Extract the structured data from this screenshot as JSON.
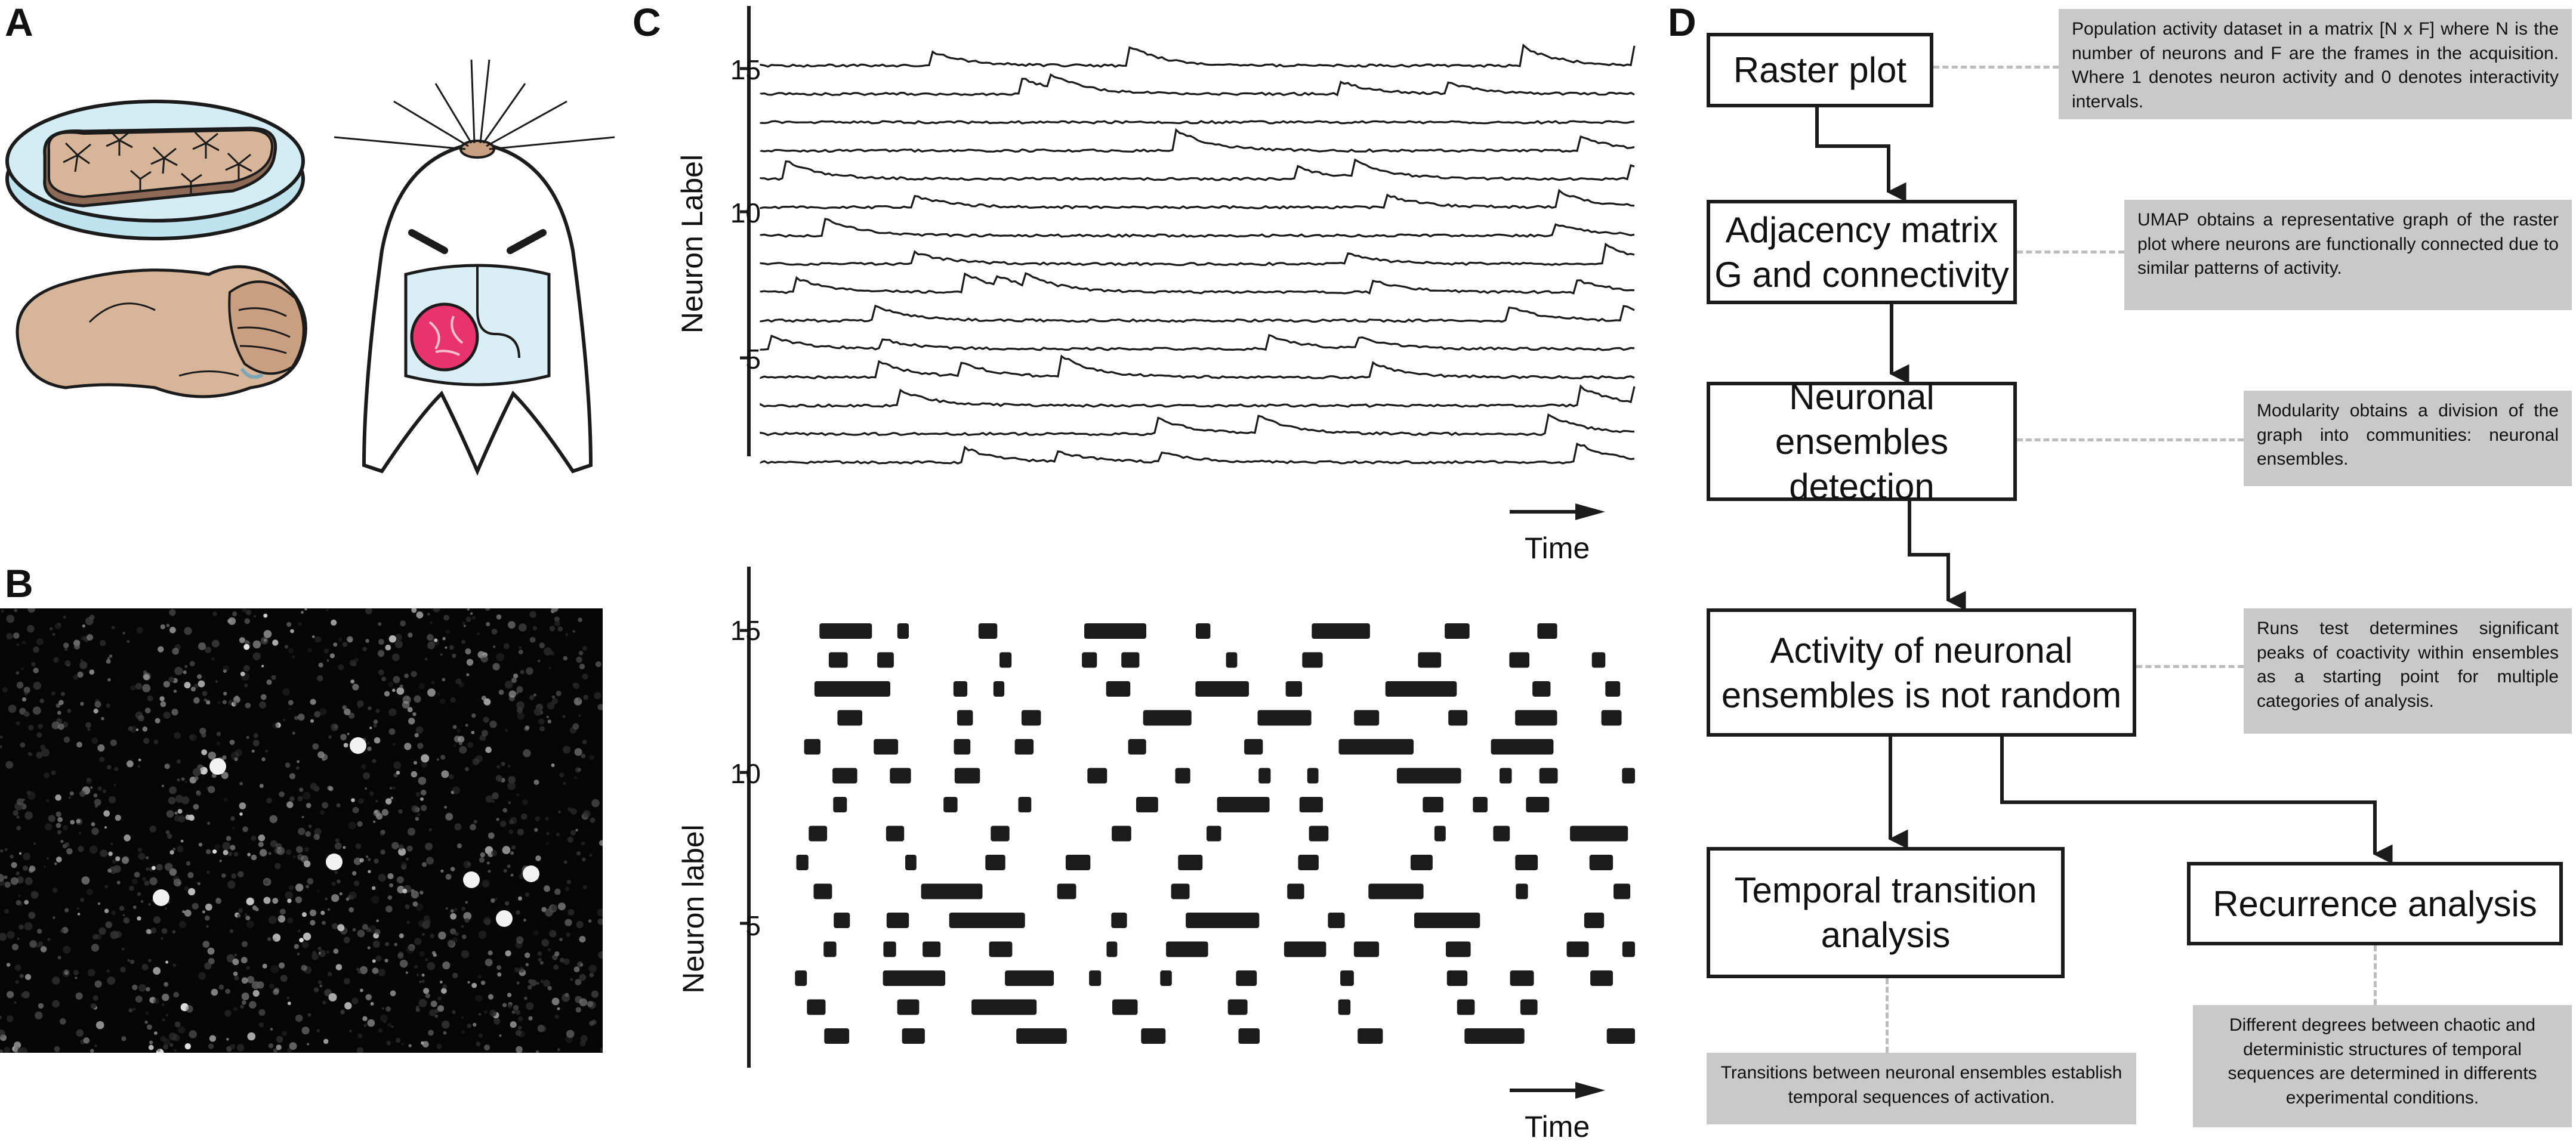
{
  "panels": {
    "a": "A",
    "b": "B",
    "c": "C",
    "d": "D"
  },
  "traces": {
    "ylabel": "Neuron Label",
    "ticks": [
      "15",
      "10",
      "5"
    ],
    "time_label": "Time"
  },
  "raster": {
    "ylabel": "Neuron label",
    "ticks": [
      "15",
      "10",
      "5"
    ],
    "time_label": "Time"
  },
  "flow": {
    "boxes": [
      "Raster plot",
      "Adjacency matrix G and connectivity",
      "Neuronal ensembles detection",
      "Activity of neuronal ensembles is not random",
      "Temporal transition analysis",
      "Recurrence analysis"
    ],
    "notes": [
      "Population activity dataset in a matrix [N x F] where N is the number of neurons and F are the frames in the acquisition. Where 1 denotes neuron activity and 0 denotes interactivity intervals.",
      "UMAP obtains a representative graph of the raster plot where neurons are functionally connected due to similar patterns of activity.",
      "Modularity obtains a division of the graph into communities: neuronal ensembles.",
      "Runs test determines significant peaks of coactivity within ensembles as a starting point for multiple categories of analysis.",
      "Transitions between neuronal ensembles establish temporal sequences of activation.",
      "Different degrees between chaotic and deterministic structures of temporal sequences are determined in differents experimental conditions."
    ]
  },
  "colors": {
    "box_border": "#1b1b1b",
    "note_bg": "#c9c9c9",
    "tissue": "#d7b598",
    "dish": "#bfe3ef",
    "cranial_window": "#e8336f"
  }
}
